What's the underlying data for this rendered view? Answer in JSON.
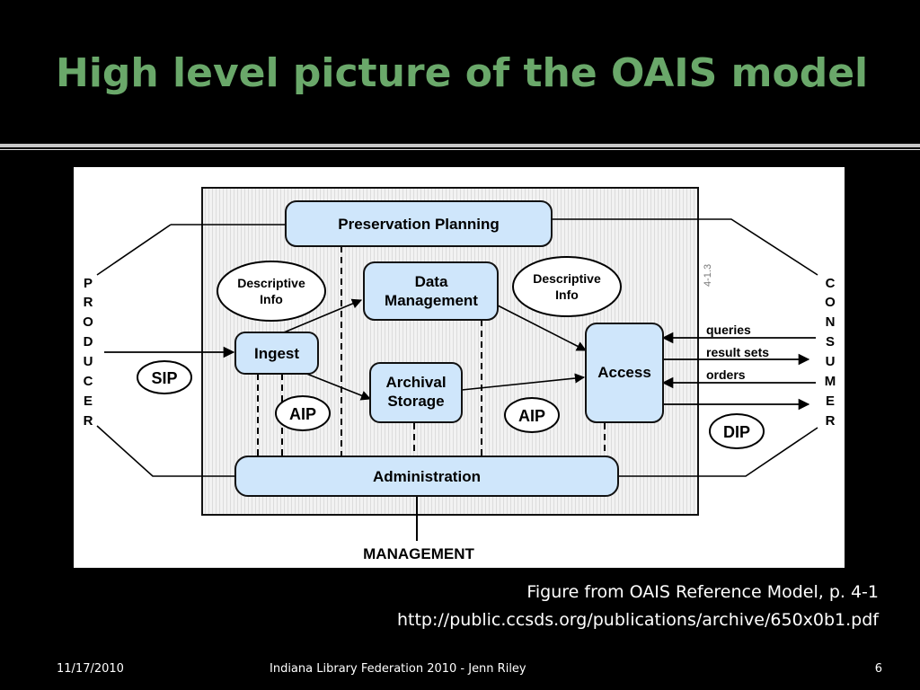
{
  "slide": {
    "title": "High level picture of the OAIS model",
    "caption_line1": "Figure from OAIS Reference Model, p. 4-1",
    "caption_line2": "http://public.ccsds.org/publications/archive/650x0b1.pdf",
    "footer_date": "11/17/2010",
    "footer_center": "Indiana Library Federation 2010 - Jenn Riley",
    "page_number": "6"
  },
  "diagram": {
    "preservation_planning": "Preservation Planning",
    "data_management_line1": "Data",
    "data_management_line2": "Management",
    "descriptive_line1": "Descriptive",
    "descriptive_line2": "Info",
    "ingest": "Ingest",
    "archival_line1": "Archival",
    "archival_line2": "Storage",
    "access": "Access",
    "administration": "Administration",
    "management": "MANAGEMENT",
    "sip": "SIP",
    "aip": "AIP",
    "dip": "DIP",
    "queries": "queries",
    "result_sets": "result sets",
    "orders": "orders",
    "producer": [
      "P",
      "R",
      "O",
      "D",
      "U",
      "C",
      "E",
      "R"
    ],
    "consumer": [
      "C",
      "O",
      "N",
      "S",
      "U",
      "M",
      "E",
      "R"
    ],
    "side_mark": "4-1.3",
    "colors": {
      "box_fill": "#cfe6fb",
      "panel_fill": "#efefef",
      "slide_bg": "#000000",
      "title": "#6aa86a"
    }
  }
}
